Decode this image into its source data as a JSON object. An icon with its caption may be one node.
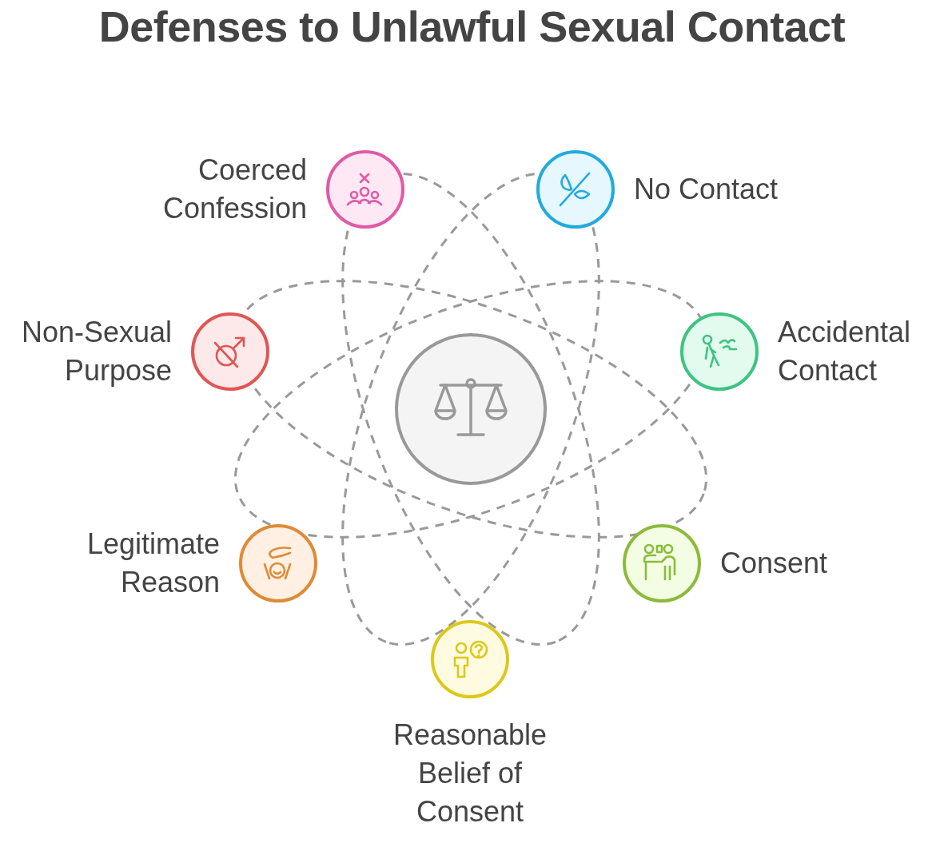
{
  "diagram": {
    "title": "Defenses to Unlawful Sexual Contact",
    "nodes": [
      {
        "text": [],
        "shape": "circle"
      },
      {
        "text": [
          "Coerced Confession"
        ]
      },
      {
        "text": [
          "No Contact"
        ]
      },
      {
        "text": [
          "Non-Sexual Purpose"
        ]
      },
      {
        "text": [
          "Accidental Contact"
        ]
      },
      {
        "text": [
          "Legitimate Reason"
        ]
      },
      {
        "text": [
          "Consent"
        ]
      },
      {
        "text": [
          "Reasonable Belief of Consent"
        ]
      }
    ]
  }
}
